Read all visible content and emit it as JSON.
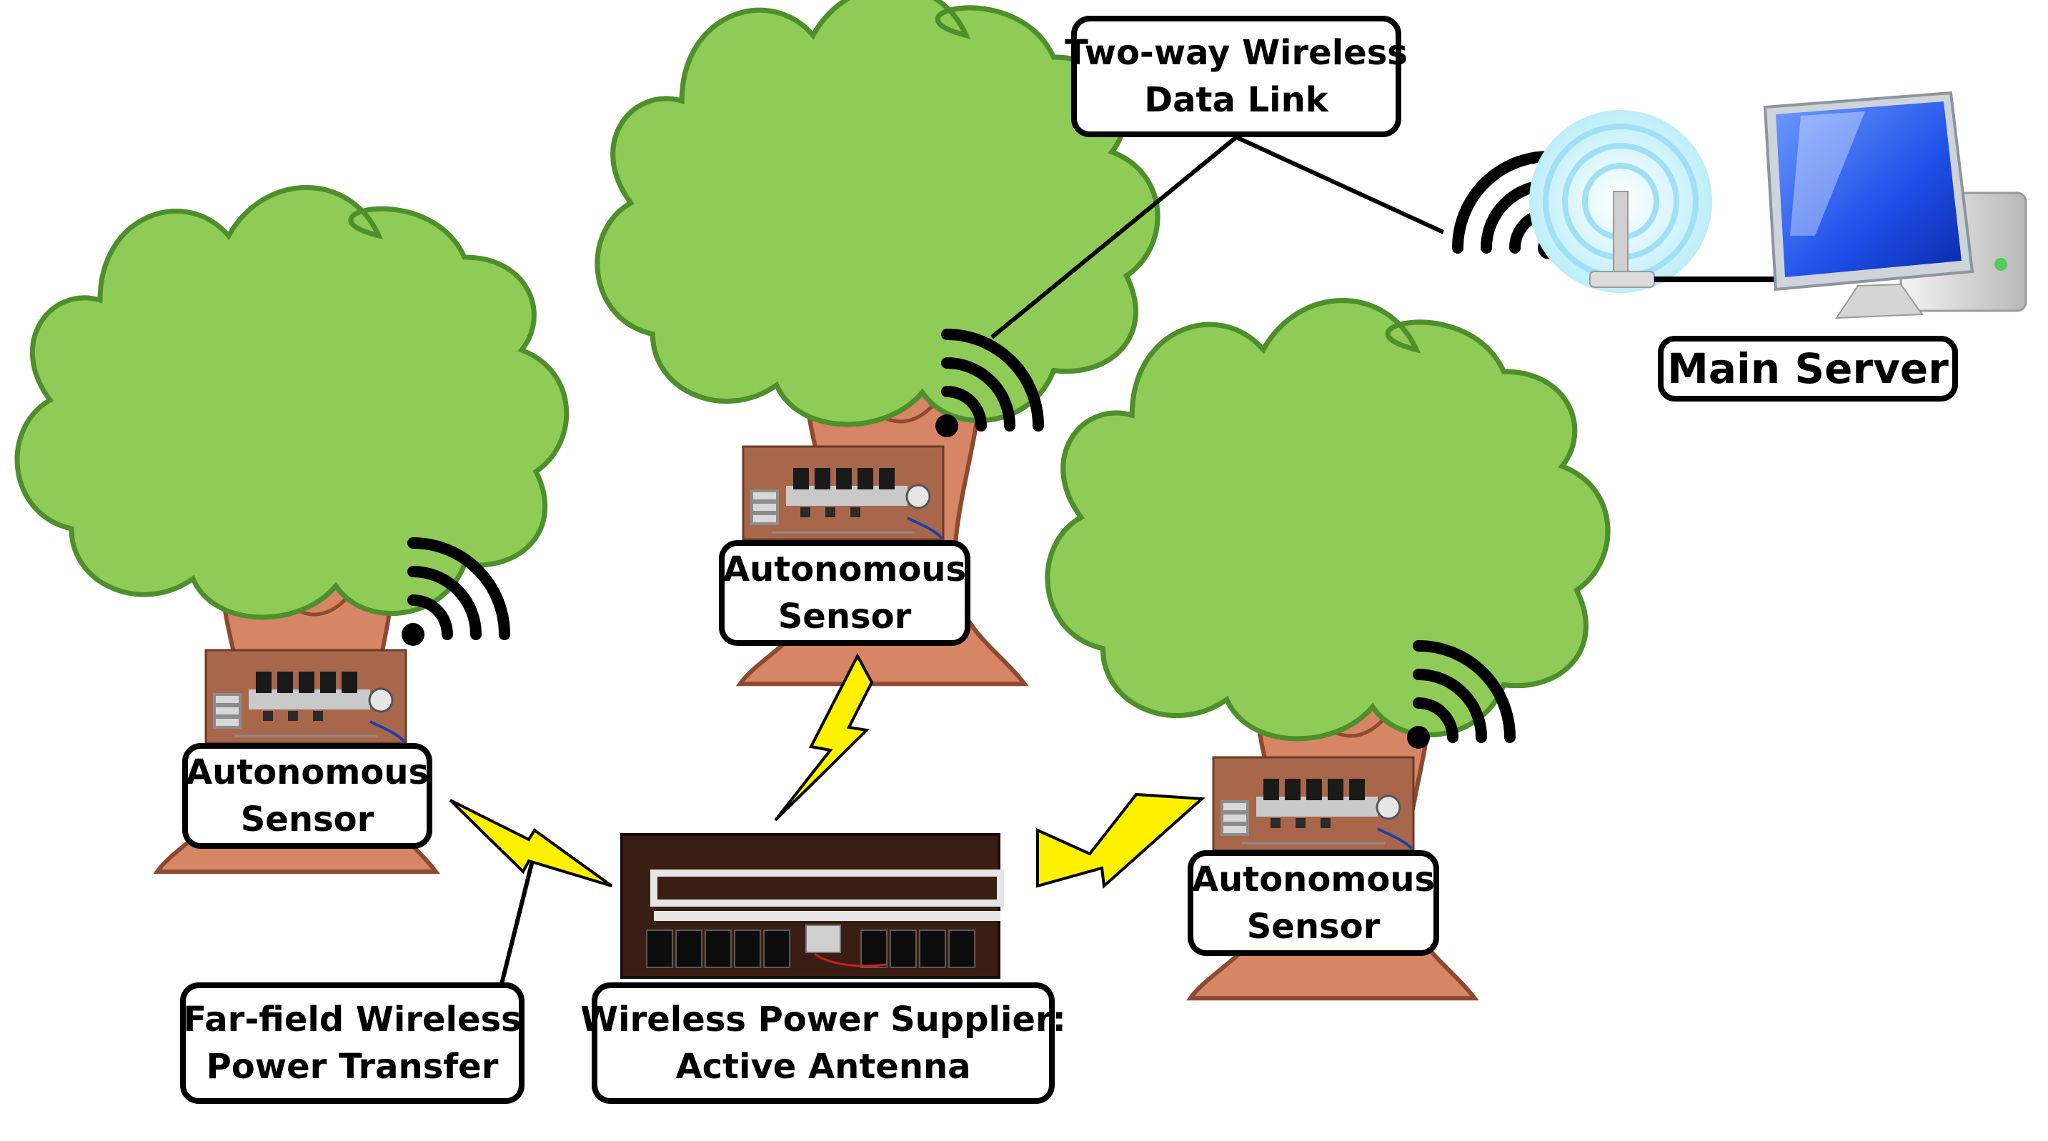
{
  "labels": {
    "data_link": {
      "line1": "Two-way Wireless",
      "line2": "Data Link"
    },
    "main_server": "Main Server",
    "sensor_left": {
      "line1": "Autonomous",
      "line2": "Sensor"
    },
    "sensor_center": {
      "line1": "Autonomous",
      "line2": "Sensor"
    },
    "sensor_right": {
      "line1": "Autonomous",
      "line2": "Sensor"
    },
    "wpt": {
      "line1": "Far-field Wireless",
      "line2": "Power Transfer"
    },
    "power_supplier": {
      "line1": "Wireless Power Supplier:",
      "line2": "Active Antenna"
    }
  },
  "colors": {
    "canopy": "#8fcc57",
    "canopy_outline": "#4e8f2c",
    "trunk": "#d68565",
    "trunk_outline": "#8e4a30",
    "bolt": "#fff200",
    "board": "#a8674a",
    "antenna_panel": "#3a1e14",
    "monitor": "#1e5cff",
    "router_glow": "#8fdcf5"
  },
  "icons": [
    "tree-icon",
    "wifi-icon",
    "lightning-bolt-icon",
    "sensor-board-icon",
    "antenna-panel-icon",
    "router-icon",
    "monitor-icon"
  ]
}
